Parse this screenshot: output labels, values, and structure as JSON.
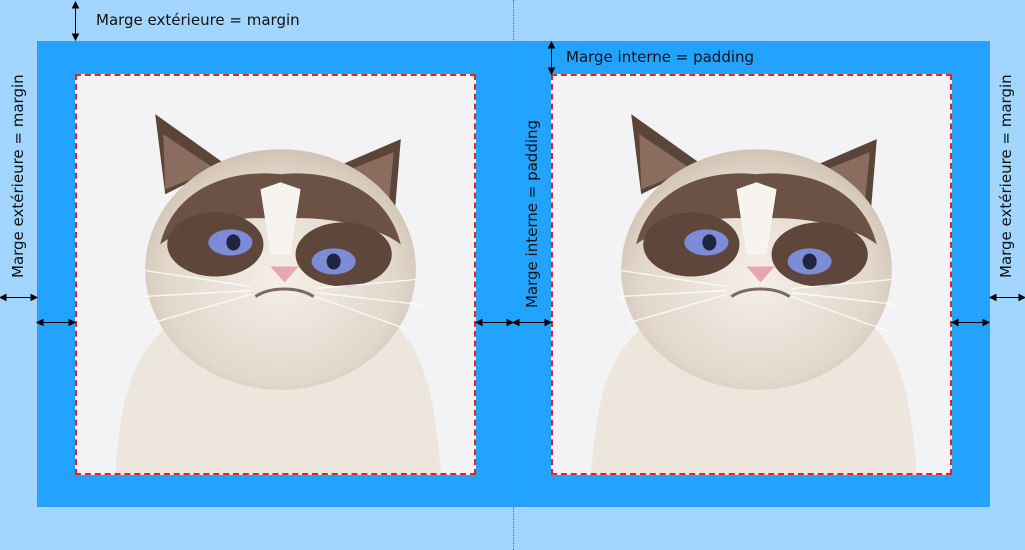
{
  "labels": {
    "top_margin": "Marge extérieure = margin",
    "top_padding": "Marge interne = padding",
    "left_margin": "Marge extérieure = margin",
    "middle_padding": "Marge interne = padding",
    "right_margin": "Marge extérieure = margin"
  },
  "colors": {
    "page_background": "#a2d6ff",
    "box_padding": "#22a3ff",
    "content_border": "#e5241f"
  },
  "images": [
    {
      "subject": "grumpy-cat-photo"
    },
    {
      "subject": "grumpy-cat-photo"
    }
  ]
}
